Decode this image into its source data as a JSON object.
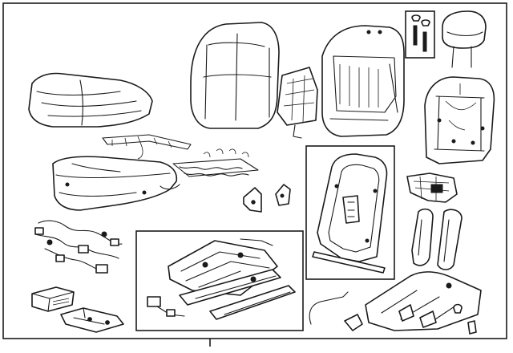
{
  "diagram": {
    "background": "#ffffff",
    "line_color": "#1a1a1a",
    "parts": [
      "seat-cushion-pad",
      "seat-cushion-cover",
      "cushion-heater-element",
      "seat-cushion-frame-springs",
      "seatback-cover",
      "seatback-heater-element",
      "seatback-pad",
      "seatback-frame",
      "headrest",
      "headrest-guides",
      "wiring-harness",
      "control-module",
      "power-adjuster-track",
      "seatback-frame-assembly",
      "side-trim-shields",
      "seat-switch",
      "lumbar-support"
    ]
  }
}
